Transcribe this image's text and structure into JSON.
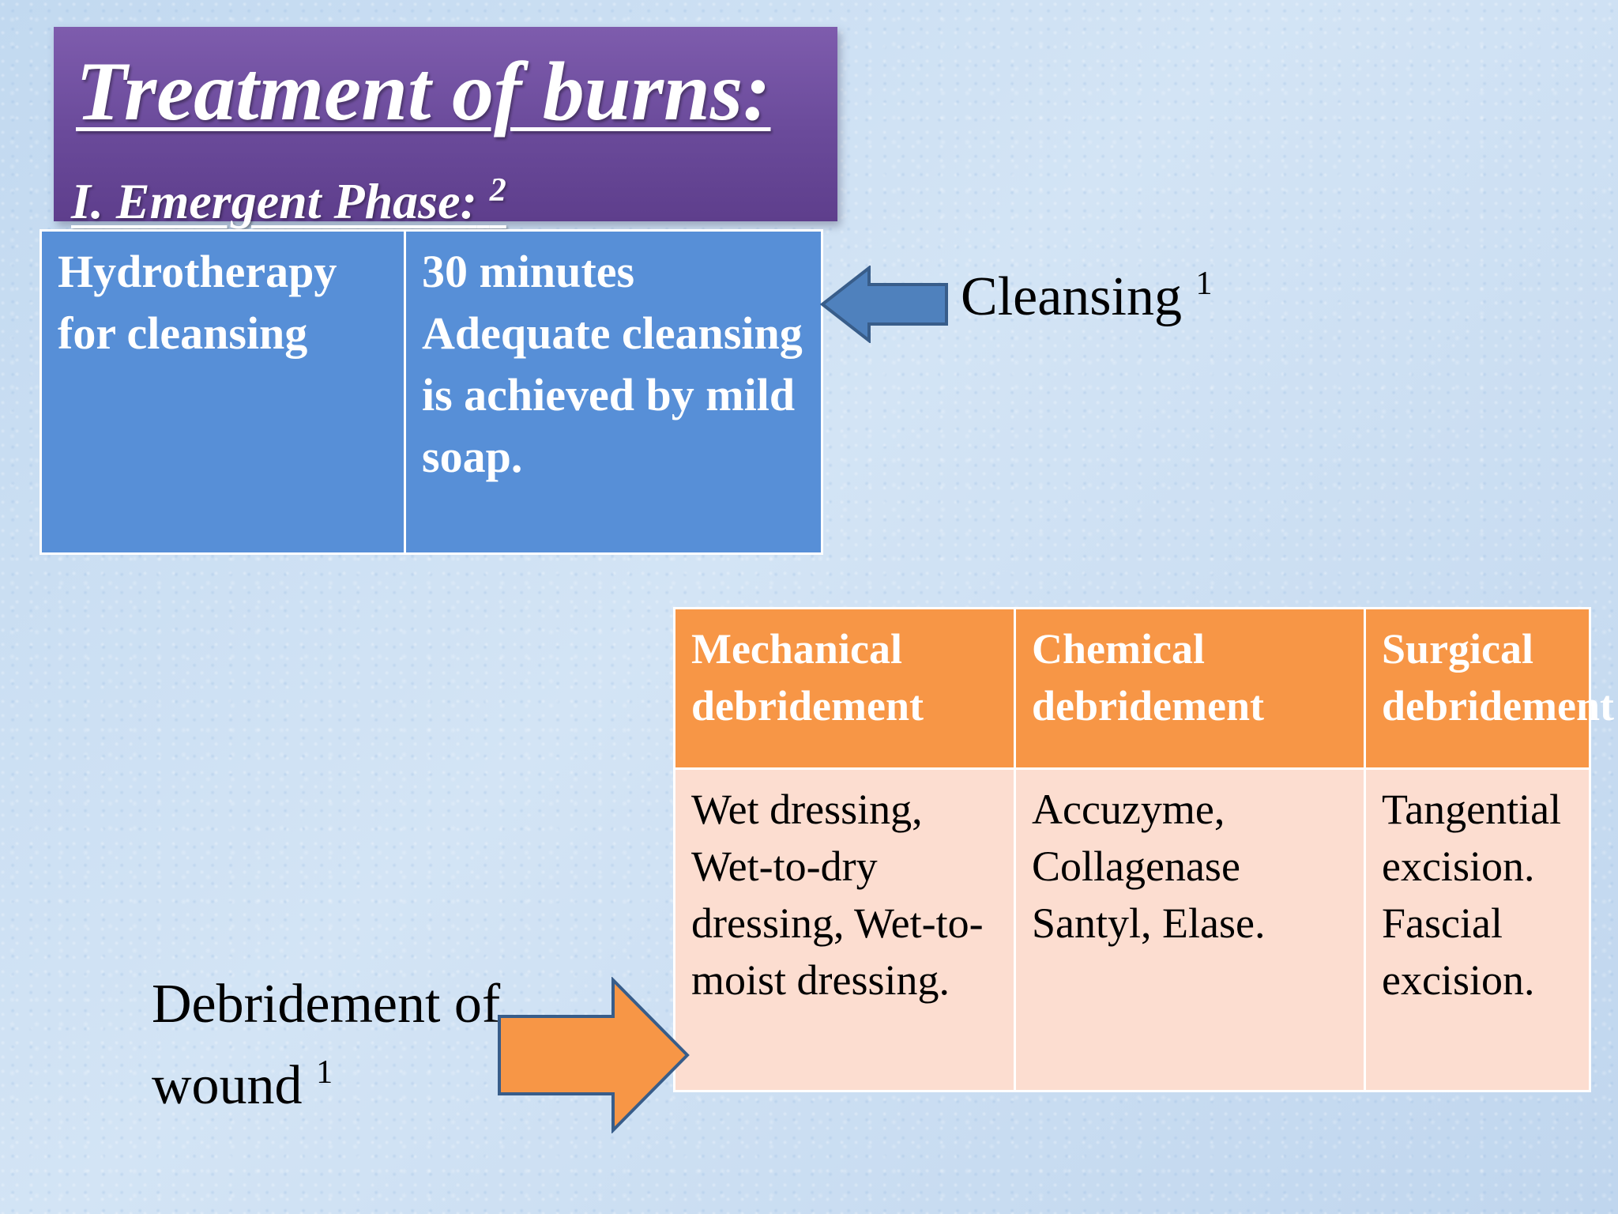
{
  "slide": {
    "title": "Treatment of burns:",
    "subtitle": "I. Emergent Phase:",
    "subtitle_ref": "2"
  },
  "cleansing_table": {
    "cells": [
      "Hydrotherapy for cleansing",
      "30 minutes Adequate cleansing is achieved by mild soap."
    ]
  },
  "cleansing_callout": {
    "label": "Cleansing",
    "ref": "1"
  },
  "debridement_table": {
    "headers": [
      "Mechanical debridement",
      "Chemical debridement",
      "Surgical debridement"
    ],
    "rows": [
      [
        "Wet dressing, Wet-to-dry dressing, Wet-to-moist dressing.",
        "Accuzyme, Collagenase Santyl, Elase.",
        "Tangential excision. Fascial excision."
      ]
    ]
  },
  "debridement_callout": {
    "label_line1": "Debridement of",
    "label_line2": "wound",
    "ref": "1"
  },
  "colors": {
    "title_bg": "#6a4a9a",
    "blue_table": "#578fd7",
    "orange_header": "#f79646",
    "orange_body": "#fcddd0",
    "blue_arrow": "#4f81bd",
    "orange_arrow": "#f79646"
  }
}
